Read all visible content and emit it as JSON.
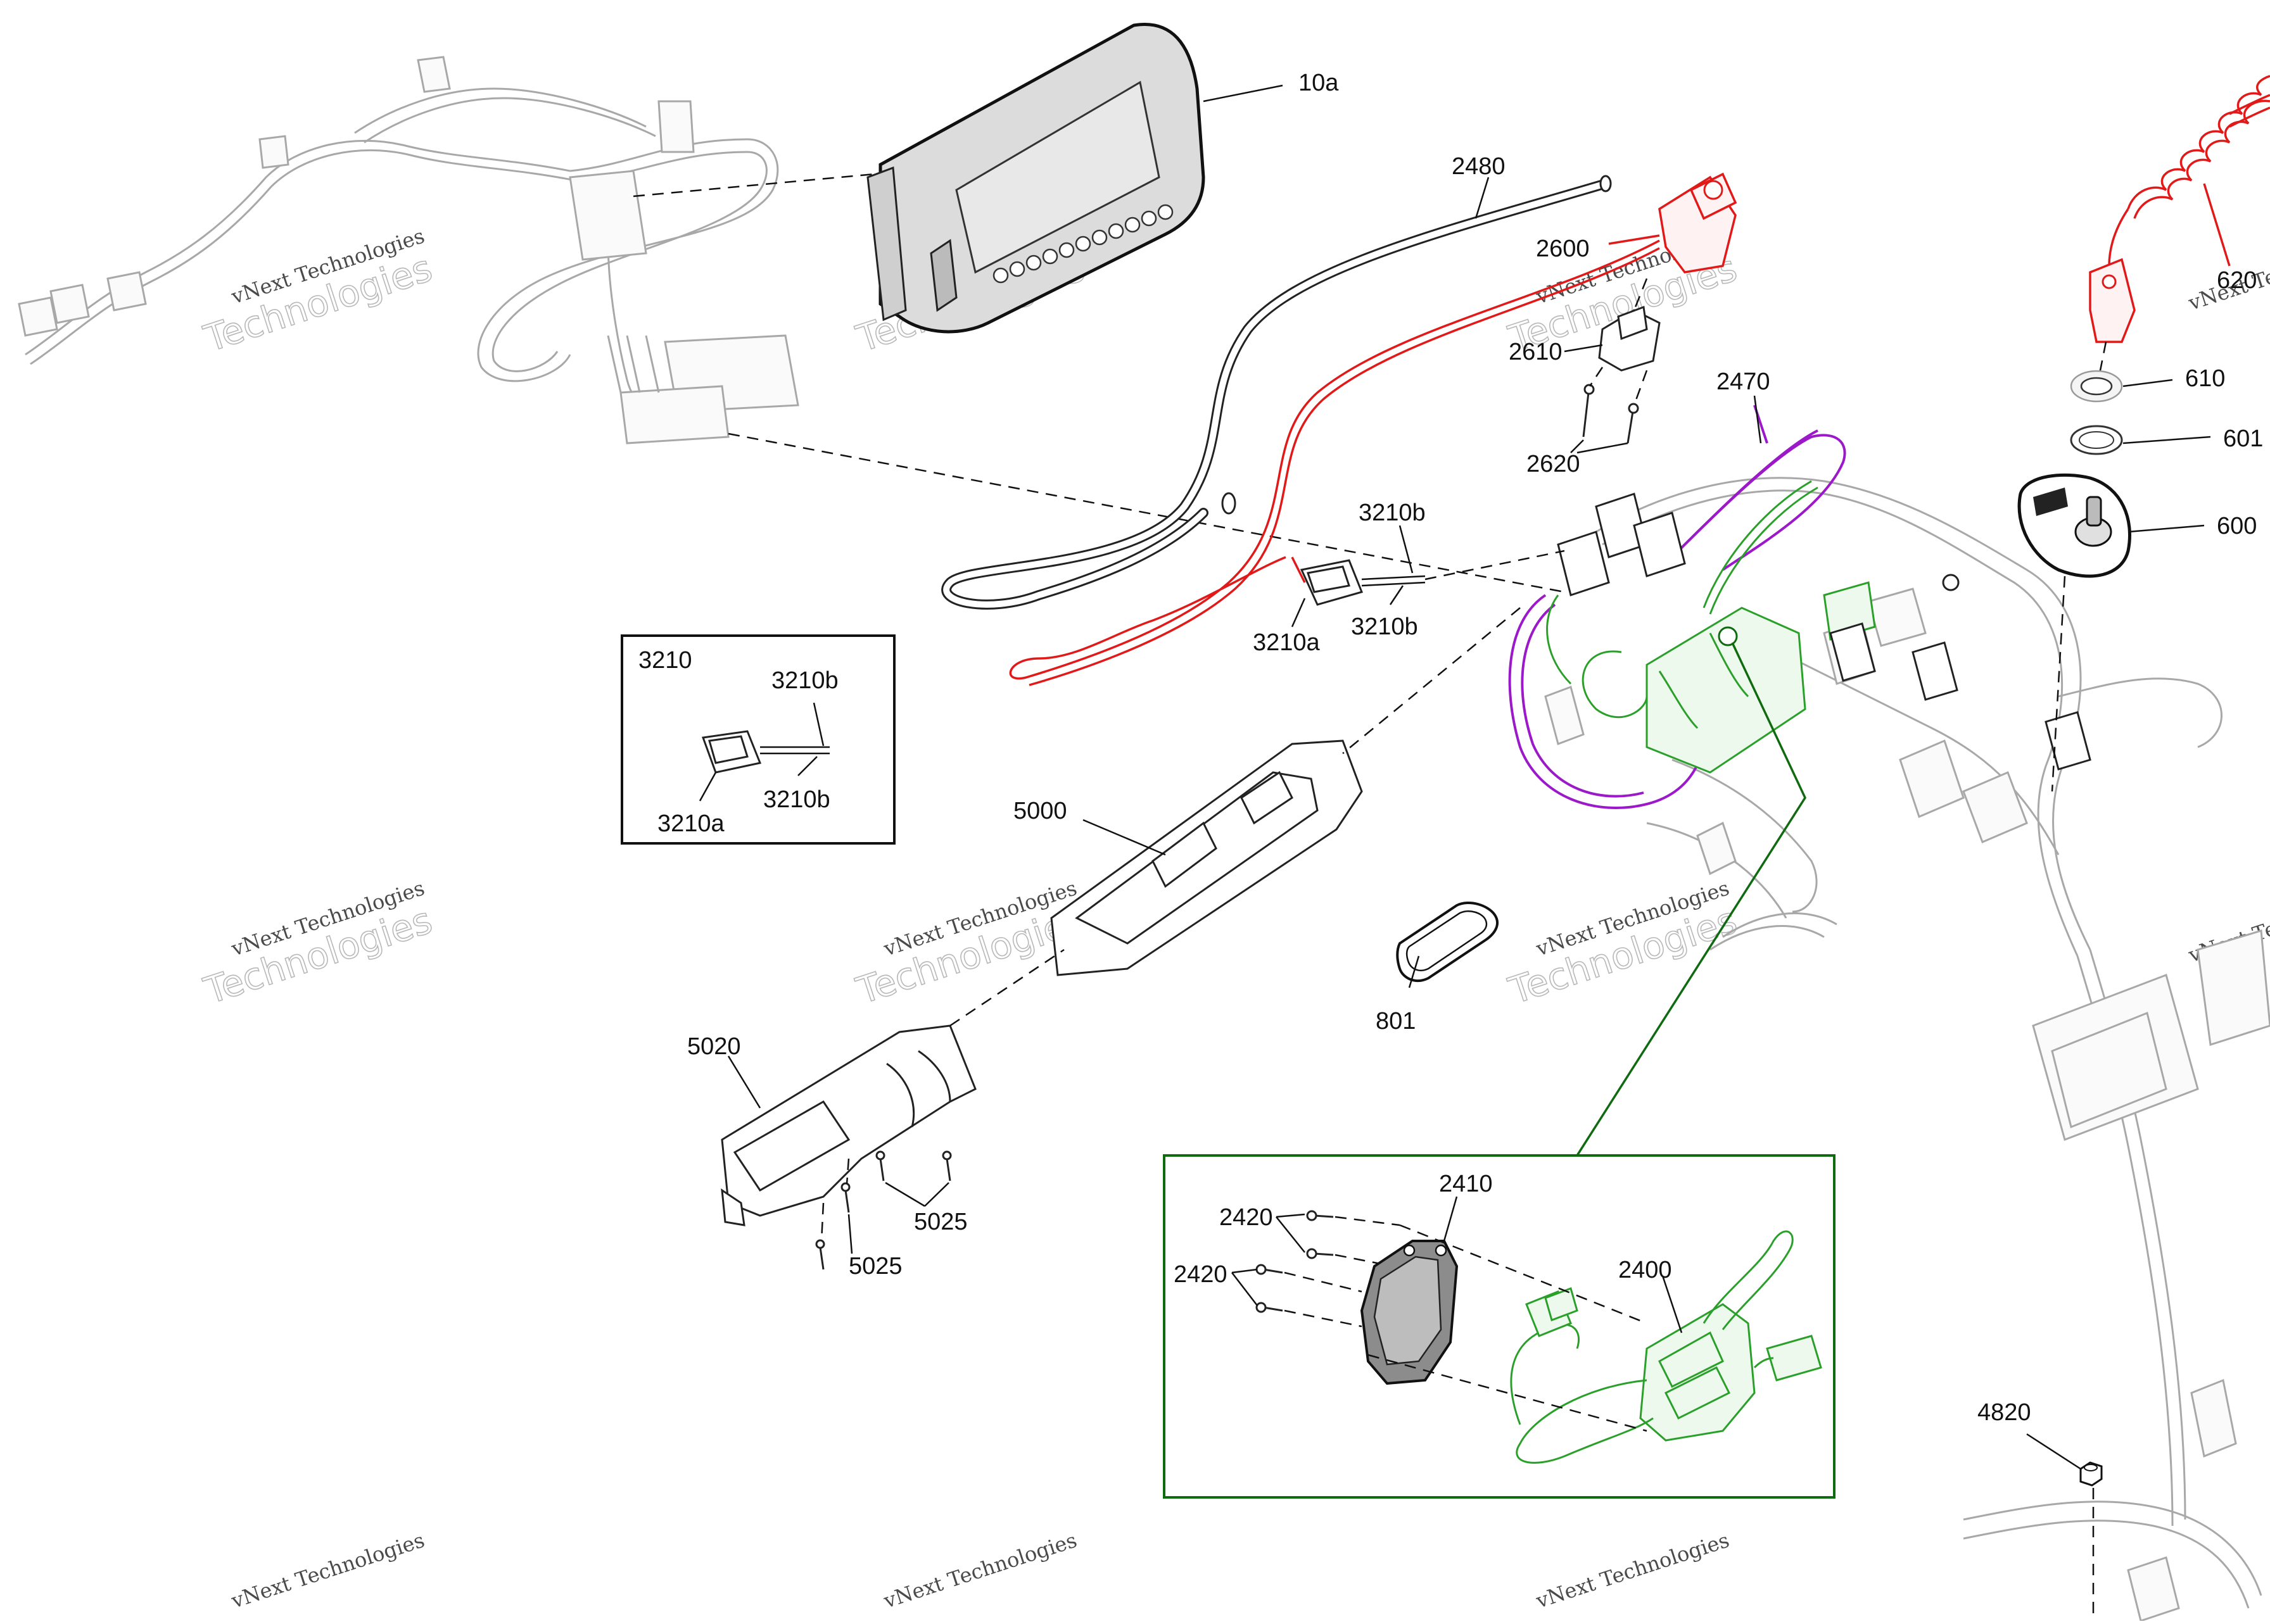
{
  "diagram": {
    "callouts": {
      "c10a": "10a",
      "c2480": "2480",
      "c2600": "2600",
      "c2610": "2610",
      "c2620": "2620",
      "c2470": "2470",
      "c620": "620",
      "c610": "610",
      "c601": "601",
      "c600": "600",
      "c3210b_top": "3210b",
      "c3210a": "3210a",
      "c3210b_bottom": "3210b",
      "c5000": "5000",
      "c801": "801",
      "c5020": "5020",
      "c5025_a": "5025",
      "c5025_b": "5025",
      "c4820": "4820"
    },
    "inset_3210": {
      "title": "3210",
      "c3210b_top": "3210b",
      "c3210b_bottom": "3210b",
      "c3210a": "3210a"
    },
    "inset_2400": {
      "c2410": "2410",
      "c2420_top": "2420",
      "c2420_bottom": "2420",
      "c2400": "2400"
    },
    "watermark": {
      "line1": "vNext Technologies",
      "line2": "Technologies"
    },
    "colors": {
      "red_group": "#e11919",
      "purple_group": "#9b19c9",
      "green_group": "#2aa02a",
      "inset_frame_green": "#106b10"
    }
  }
}
